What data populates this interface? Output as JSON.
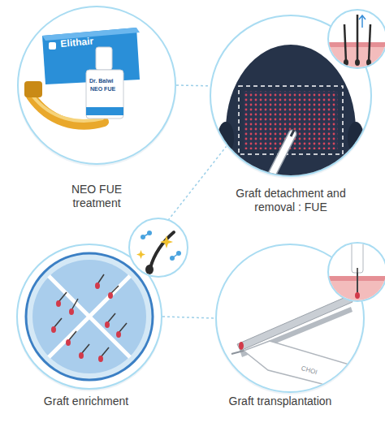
{
  "diagram": {
    "nodes": [
      {
        "text": [
          "NEO FUE treatment"
        ]
      },
      {
        "text": [
          "Graft detachment and removal : FUE"
        ]
      },
      {
        "text": [
          "Graft enrichment"
        ]
      },
      {
        "text": [
          "Graft transplantation"
        ]
      }
    ],
    "edges": [
      {
        "from": 0,
        "to": 1,
        "arrow": "none"
      },
      {
        "from": 1,
        "to": 2,
        "arrow": "none"
      },
      {
        "from": 2,
        "to": 3,
        "arrow": "none"
      }
    ],
    "labels": [
      "Elithair",
      "Dr. Balwi",
      "NEO FUE",
      "CHOI"
    ]
  }
}
